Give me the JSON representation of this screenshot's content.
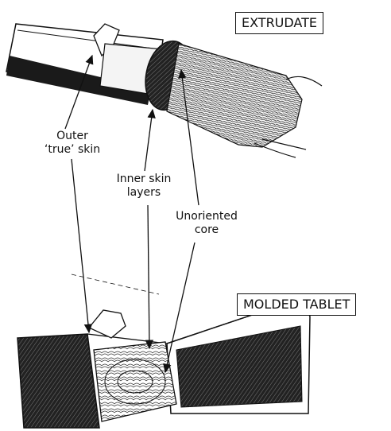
{
  "labels": {
    "extrudate": "EXTRUDATE",
    "molded_tablet": "MOLDED TABLET",
    "outer_true_skin": [
      "Outer",
      "‘true’ skin"
    ],
    "inner_skin_layers": [
      "Inner skin",
      "layers"
    ],
    "unoriented_core": [
      "Unoriented",
      "core"
    ]
  },
  "colors": {
    "ink": "#111111",
    "paper": "#ffffff",
    "dark_fill": "#1a1a1a"
  }
}
